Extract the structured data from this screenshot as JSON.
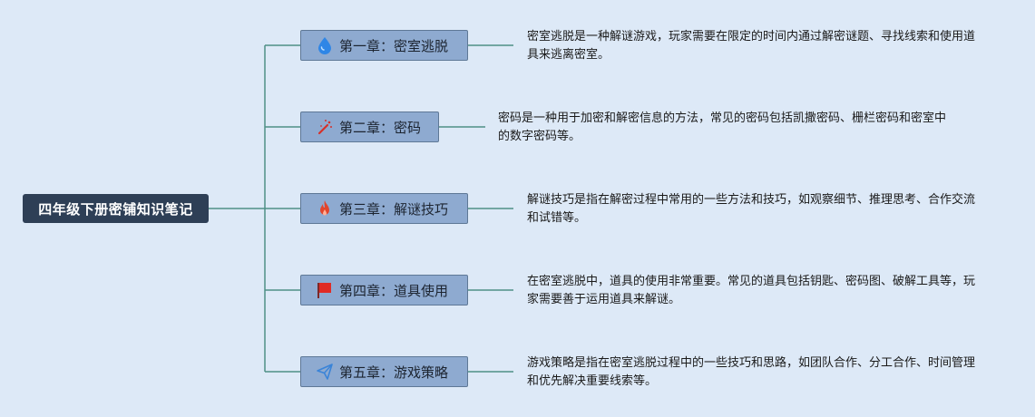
{
  "root": {
    "label": "四年级下册密铺知识笔记"
  },
  "chapters": [
    {
      "label": "第一章：密室逃脱",
      "icon": "water-drop-icon",
      "icon_color": "#2f86e6",
      "description": "密室逃脱是一种解谜游戏，玩家需要在限定的时间内通过解密谜题、寻找线索和使用道具来逃离密室。"
    },
    {
      "label": "第二章：密码",
      "icon": "magic-wand-icon",
      "icon_color": "#d6302a",
      "description": "密码是一种用于加密和解密信息的方法，常见的密码包括凯撒密码、栅栏密码和密室中的数字密码等。"
    },
    {
      "label": "第三章：解谜技巧",
      "icon": "fire-icon",
      "icon_color": "#e2452c",
      "description": "解谜技巧是指在解密过程中常用的一些方法和技巧，如观察细节、推理思考、合作交流和试错等。"
    },
    {
      "label": "第四章：道具使用",
      "icon": "flag-icon",
      "icon_color": "#e02b24",
      "description": "在密室逃脱中，道具的使用非常重要。常见的道具包括钥匙、密码图、破解工具等，玩家需要善于运用道具来解谜。"
    },
    {
      "label": "第五章：游戏策略",
      "icon": "paper-plane-icon",
      "icon_color": "#3a84d8",
      "description": "游戏策略是指在密室逃脱过程中的一些技巧和思路，如团队合作、分工合作、时间管理和优先解决重要线索等。"
    }
  ],
  "colors": {
    "background": "#dde9f7",
    "connector": "#4f8f86",
    "root_fill": "#2e3f56",
    "chapter_fill": "#8eaad0"
  }
}
